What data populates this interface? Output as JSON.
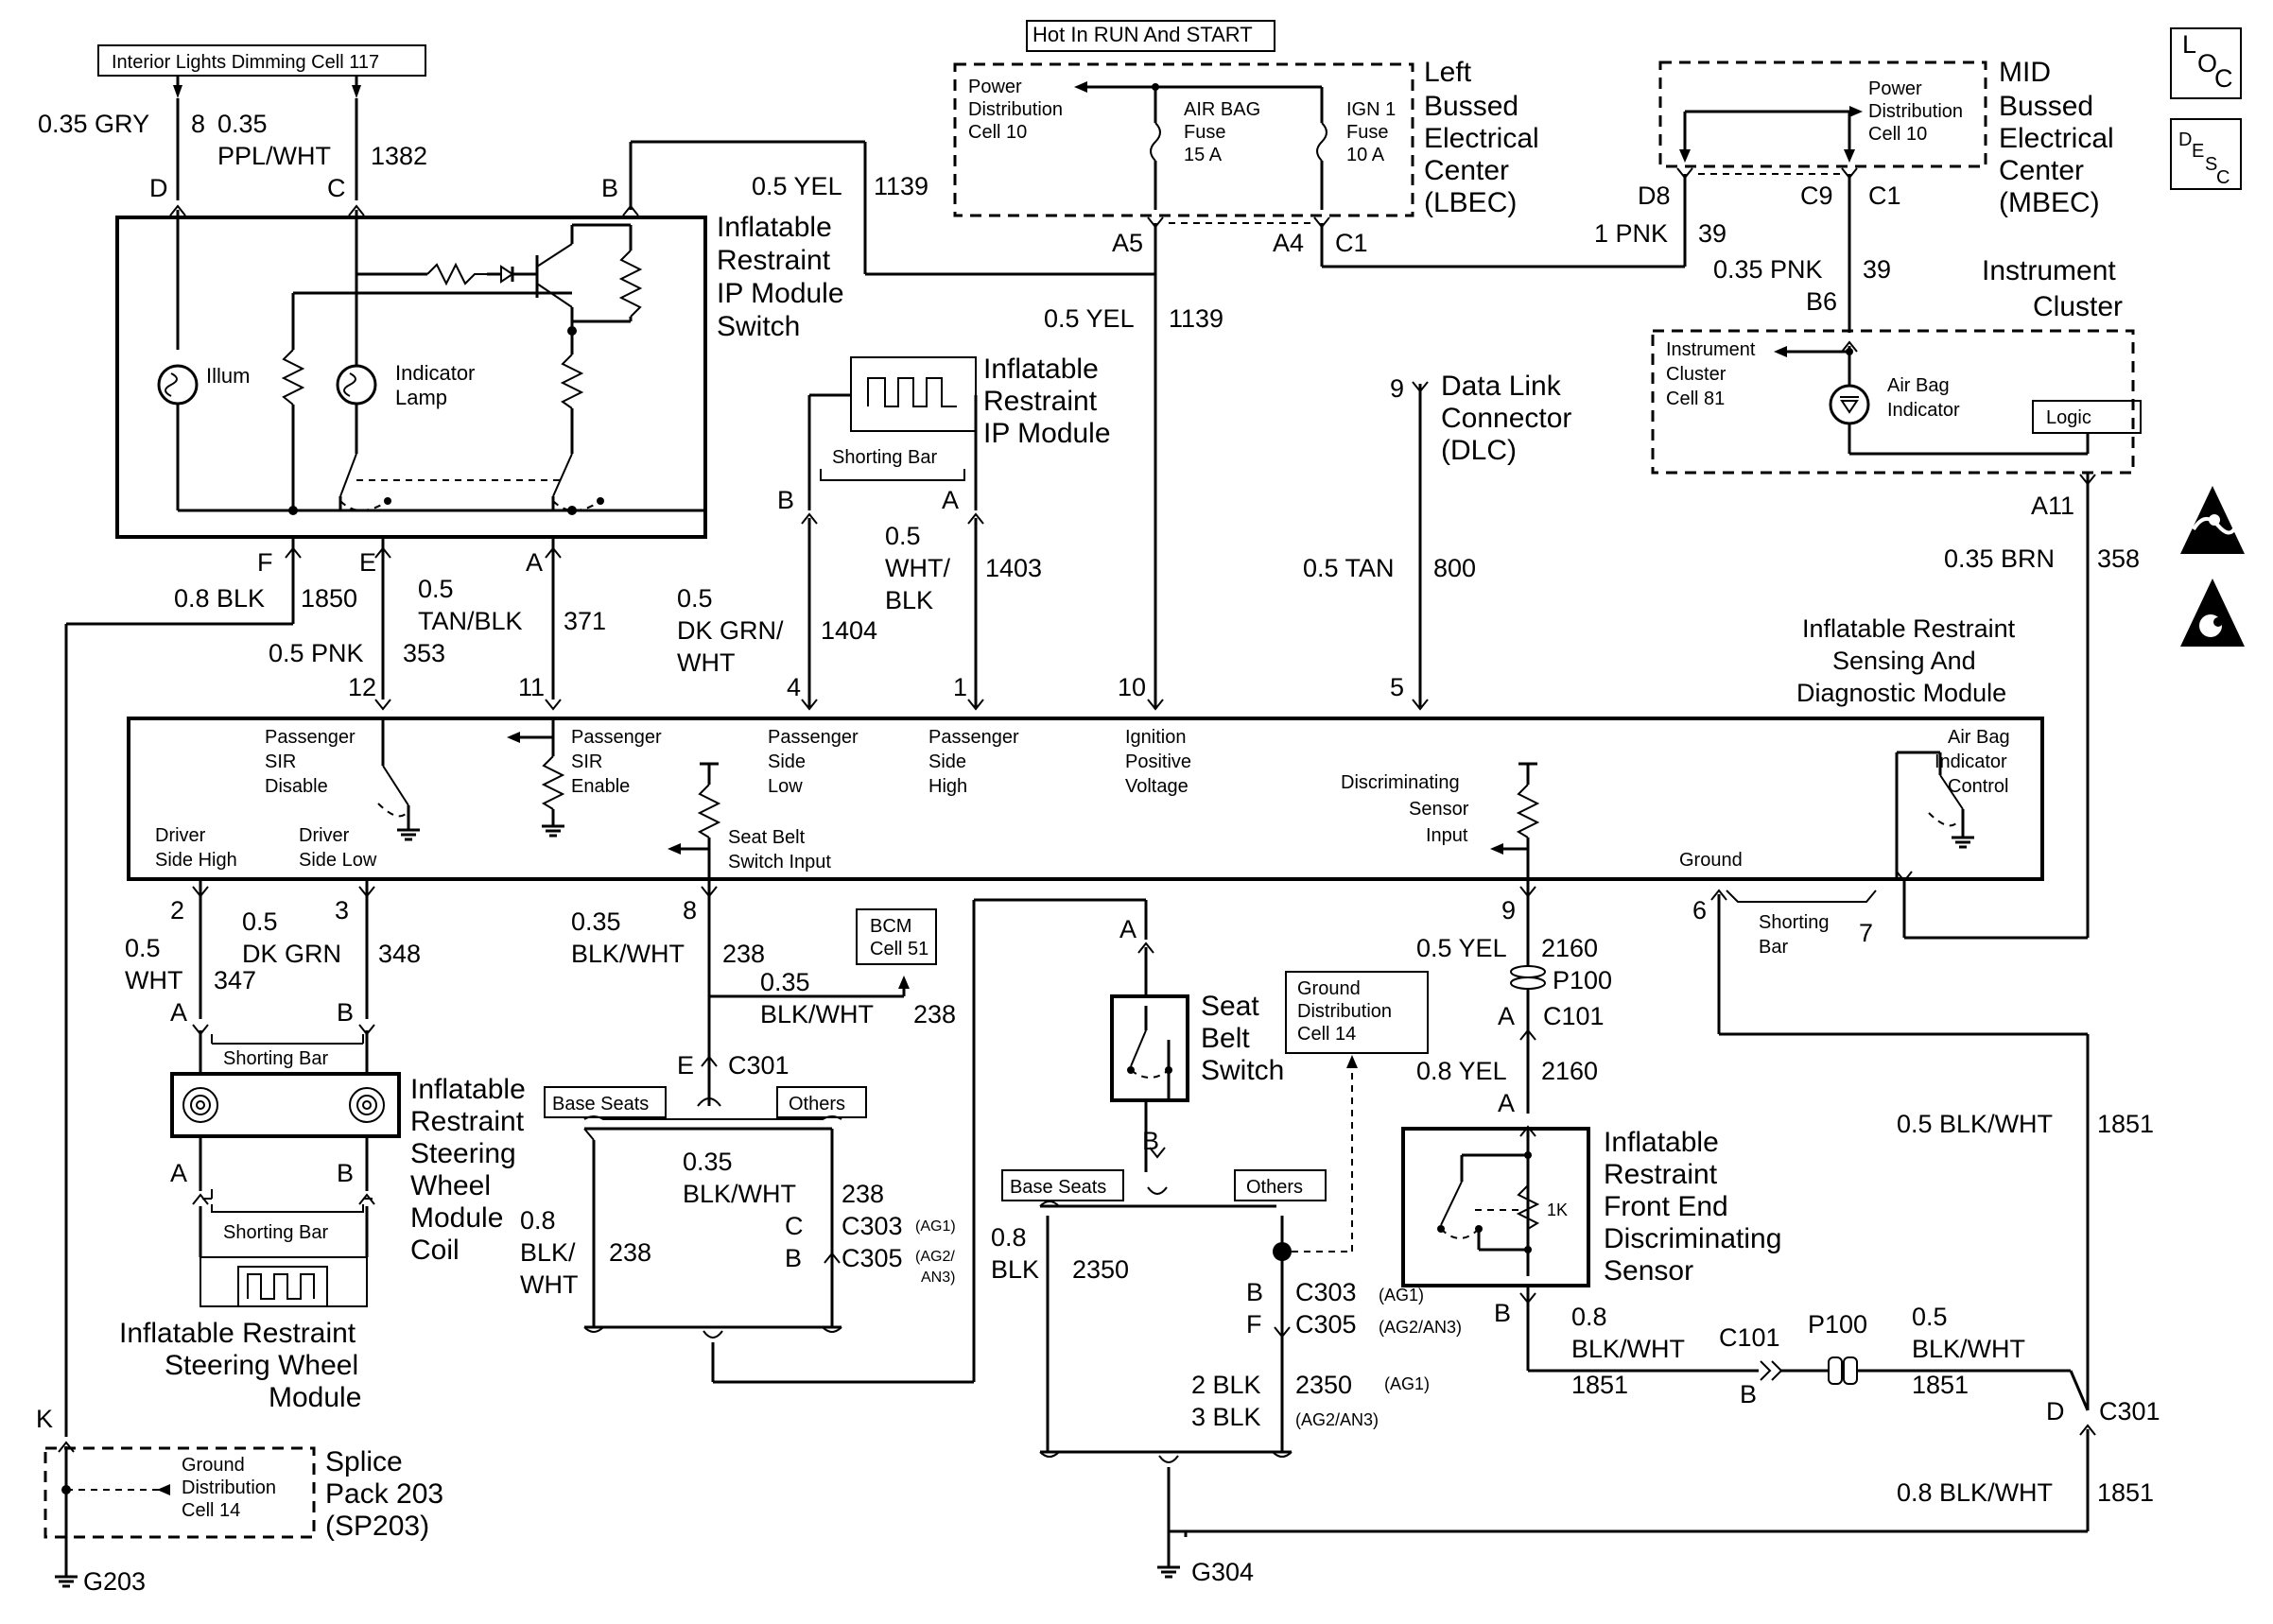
{
  "top_labels": {
    "dimming_cell": "Interior Lights Dimming Cell 117",
    "hot_in_run": "Hot In RUN And START"
  },
  "lbec": {
    "l1": "Left",
    "l2": "Bussed",
    "l3": "Electrical",
    "l4": "Center",
    "l5": "(LBEC)",
    "pdc1": "Power",
    "pdc2": "Distribution",
    "pdc3": "Cell 10",
    "fuse1_a": "AIR BAG",
    "fuse1_b": "Fuse",
    "fuse1_c": "15 A",
    "fuse2_a": "IGN 1",
    "fuse2_b": "Fuse",
    "fuse2_c": "10 A",
    "a5": "A5",
    "a4": "A4",
    "c1": "C1"
  },
  "mbec": {
    "l1": "MID",
    "l2": "Bussed",
    "l3": "Electrical",
    "l4": "Center",
    "l5": "(MBEC)",
    "pdc1": "Power",
    "pdc2": "Distribution",
    "pdc3": "Cell 10",
    "d8": "D8",
    "c9": "C9",
    "c1": "C1"
  },
  "loc_desc": {
    "loc_l": "L",
    "loc_o": "O",
    "loc_c": "C",
    "desc_d": "D",
    "desc_e": "E",
    "desc_s": "S",
    "desc_c": "C"
  },
  "wires": {
    "gry": "0.35 GRY",
    "gry_pin": "8",
    "ppl1": "0.35",
    "ppl2": "PPL/WHT",
    "ppl_ckt": "1382",
    "yel_top": "0.5 YEL",
    "yel_top_ckt": "1139",
    "yel_mid": "0.5 YEL",
    "yel_mid_ckt": "1139",
    "pnk1": "1 PNK",
    "pnk1_ckt": "39",
    "pnk035": "0.35 PNK",
    "pnk035_ckt": "39",
    "blk08": "0.8 BLK",
    "blk08_ckt": "1850",
    "pnk05": "0.5 PNK",
    "pnk05_ckt": "353",
    "tan1": "0.5",
    "tan2": "TAN/BLK",
    "tan_ckt": "371",
    "dkgrn1": "0.5",
    "dkgrn2": "DK GRN/",
    "dkgrn3": "WHT",
    "dkgrn_ckt": "1404",
    "wht1": "0.5",
    "wht2": "WHT/",
    "wht3": "BLK",
    "wht_ckt": "1403",
    "tan800": "0.5 TAN",
    "tan800_ckt": "800",
    "brn": "0.35 BRN",
    "brn_ckt": "358",
    "wht347_1": "0.5",
    "wht347_2": "WHT",
    "wht347_ckt": "347",
    "dkg348_1": "0.5",
    "dkg348_2": "DK GRN",
    "dkg348_ckt": "348",
    "bw238_1": "0.35",
    "bw238_2": "BLK/WHT",
    "bw238_ckt": "238",
    "bw238b_1": "0.35",
    "bw238b_2": "BLK/WHT",
    "bw238b_ckt": "238",
    "bw238c_1": "0.35",
    "bw238c_2": "BLK/WHT",
    "bw238c_ckt": "238",
    "bw238d_1": "0.8",
    "bw238d_2": "BLK/",
    "bw238d_3": "WHT",
    "bw238d_ckt": "238",
    "yel2160": "0.5 YEL",
    "yel2160_ckt": "2160",
    "yel08": "0.8 YEL",
    "yel08_ckt": "2160",
    "bw1851a": "0.5 BLK/WHT",
    "bw1851a_ckt": "1851",
    "bw1851b_1": "0.8",
    "bw1851b_2": "BLK/WHT",
    "bw1851b_ckt": "1851",
    "bw1851c_1": "0.5",
    "bw1851c_2": "BLK/WHT",
    "bw1851c_ckt": "1851",
    "bw1851d": "0.8 BLK/WHT",
    "bw1851d_ckt": "1851",
    "blk2350_1": "0.8",
    "blk2350_2": "BLK",
    "blk2350_ckt": "2350",
    "blk2a": "2 BLK",
    "blk2a_ckt": "2350",
    "blk2a_note": "(AG1)",
    "blk3a": "3 BLK",
    "blk3a_note": "(AG2/AN3)"
  },
  "pins": {
    "d": "D",
    "c": "C",
    "b": "B",
    "f": "F",
    "e": "E",
    "a": "A",
    "p12": "12",
    "p11": "11",
    "p4": "4",
    "p1": "1",
    "p10": "10",
    "p5": "5",
    "p9dlc": "9",
    "b6": "B6",
    "a11": "A11",
    "p2": "2",
    "p3": "3",
    "p8": "8",
    "p9": "9",
    "p6": "6",
    "p7": "7",
    "mod_b": "B",
    "mod_a": "A"
  },
  "components": {
    "ip_switch": [
      "Inflatable",
      "Restraint",
      "IP Module",
      "Switch"
    ],
    "illum": "Illum",
    "ind_lamp1": "Indicator",
    "ind_lamp2": "Lamp",
    "ip_module": [
      "Inflatable",
      "Restraint",
      "IP Module"
    ],
    "shorting_bar": "Shorting Bar",
    "dlc": [
      "Data Link",
      "Connector",
      "(DLC)"
    ],
    "cluster_title1": "Instrument",
    "cluster_title2": "Cluster",
    "cluster_cell1": "Instrument",
    "cluster_cell2": "Cluster",
    "cluster_cell3": "Cell 81",
    "airbag_ind1": "Air Bag",
    "airbag_ind2": "Indicator",
    "logic": "Logic",
    "sdm": [
      "Inflatable Restraint",
      "Sensing And",
      "Diagnostic Module"
    ],
    "sdm_labels": {
      "pass_disable": [
        "Passenger",
        "SIR",
        "Disable"
      ],
      "pass_enable": [
        "Passenger",
        "SIR",
        "Enable"
      ],
      "pass_low": [
        "Passenger",
        "Side",
        "Low"
      ],
      "pass_high": [
        "Passenger",
        "Side",
        "High"
      ],
      "ign_pos": [
        "Ignition",
        "Positive",
        "Voltage"
      ],
      "disc_input": [
        "Discriminating",
        "Sensor",
        "Input"
      ],
      "airbag_ctl": [
        "Air Bag",
        "Indicator",
        "Control"
      ],
      "drv_high": [
        "Driver",
        "Side High"
      ],
      "drv_low": [
        "Driver",
        "Side Low"
      ],
      "seat_belt": [
        "Seat Belt",
        "Switch Input"
      ],
      "ground": "Ground"
    },
    "shorting_bar2": [
      "Shorting",
      "Bar"
    ],
    "coil": [
      "Inflatable",
      "Restraint",
      "Steering",
      "Wheel",
      "Module",
      "Coil"
    ],
    "sw_module": [
      "Inflatable Restraint",
      "Steering Wheel",
      "Module"
    ],
    "bcm1": "BCM",
    "bcm2": "Cell 51",
    "c301": "C301",
    "base_seats": "Base Seats",
    "others": "Others",
    "c303": "C303",
    "c303_note": "(AG1)",
    "c305": "C305",
    "c305_note1": "(AG2/",
    "c305_note2": "AN3)",
    "conn_c": "C",
    "conn_b": "B",
    "seat_belt_sw": [
      "Seat",
      "Belt",
      "Switch"
    ],
    "gd1": "Ground",
    "gd2": "Distribution",
    "gd3": "Cell 14",
    "c303b": "C303",
    "c303b_note": "(AG1)",
    "c305b": "C305",
    "c305b_note": "(AG2/AN3)",
    "conn_b2": "B",
    "conn_f": "F",
    "p100": "P100",
    "c101": "C101",
    "fe_sensor": [
      "Inflatable",
      "Restraint",
      "Front End",
      "Discriminating",
      "Sensor"
    ],
    "one_k": "1K",
    "c101b": "C101",
    "c101b_pin": "B",
    "p100b": "P100",
    "c301b": "C301",
    "c301b_pin": "D",
    "splice": [
      "Splice",
      "Pack 203",
      "(SP203)"
    ],
    "gd_splice1": "Ground",
    "gd_splice2": "Distribution",
    "gd_splice3": "Cell 14",
    "k": "K",
    "g203": "G203",
    "g304": "G304"
  }
}
